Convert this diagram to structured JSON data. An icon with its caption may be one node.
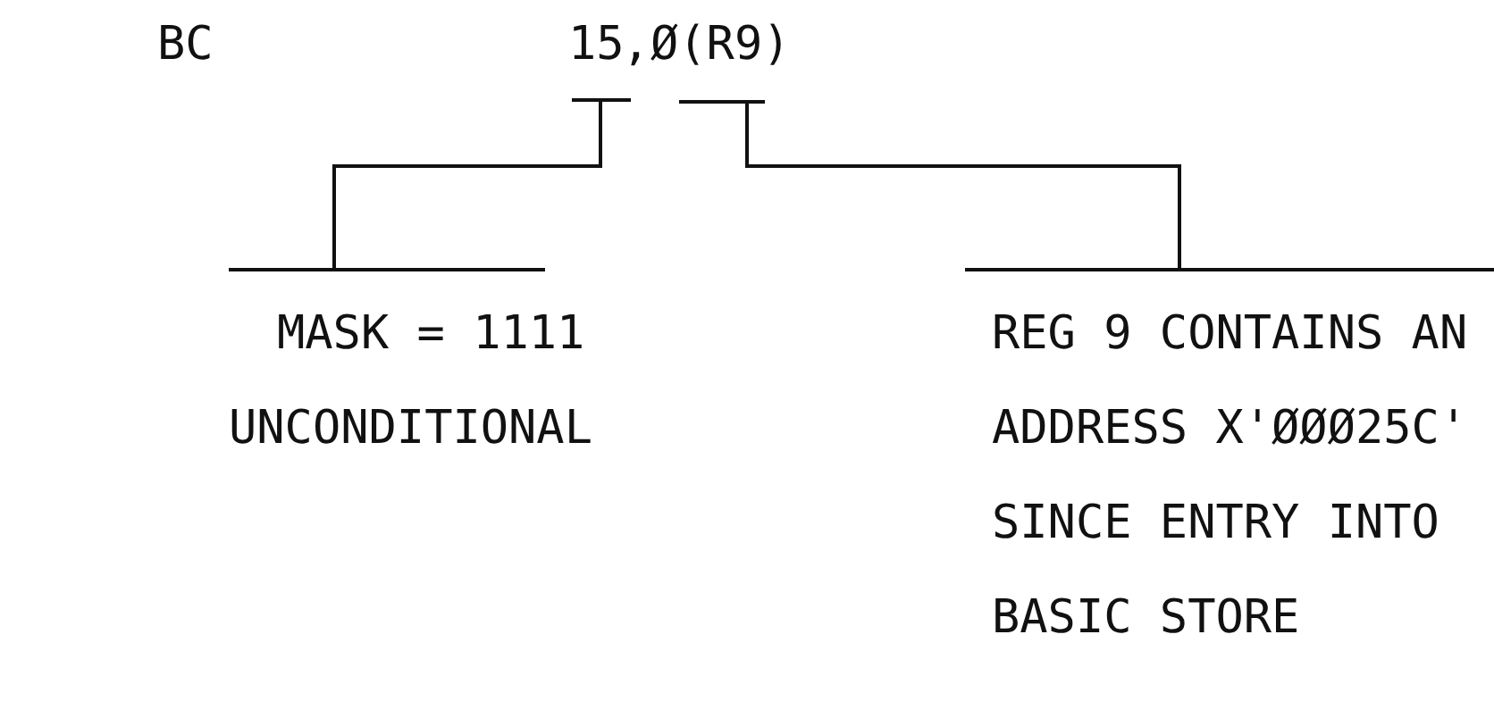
{
  "diagram": {
    "nodes": [
      {
        "text": [
          "15"
        ]
      },
      {
        "text": [
          "Ø(R9)"
        ]
      },
      {
        "text": [
          "MASK = 1111",
          "UNCONDITIONAL"
        ]
      },
      {
        "text": [
          "REG 9 CONTAINS AN ADDRESS X'ØØØ25C' SINCE ENTRY INTO BASIC STORE"
        ]
      }
    ],
    "edges": [
      {
        "from": 0,
        "to": 2,
        "arrow": "none"
      },
      {
        "from": 1,
        "to": 3,
        "arrow": "none"
      }
    ],
    "labels": [
      "BC",
      ","
    ]
  }
}
